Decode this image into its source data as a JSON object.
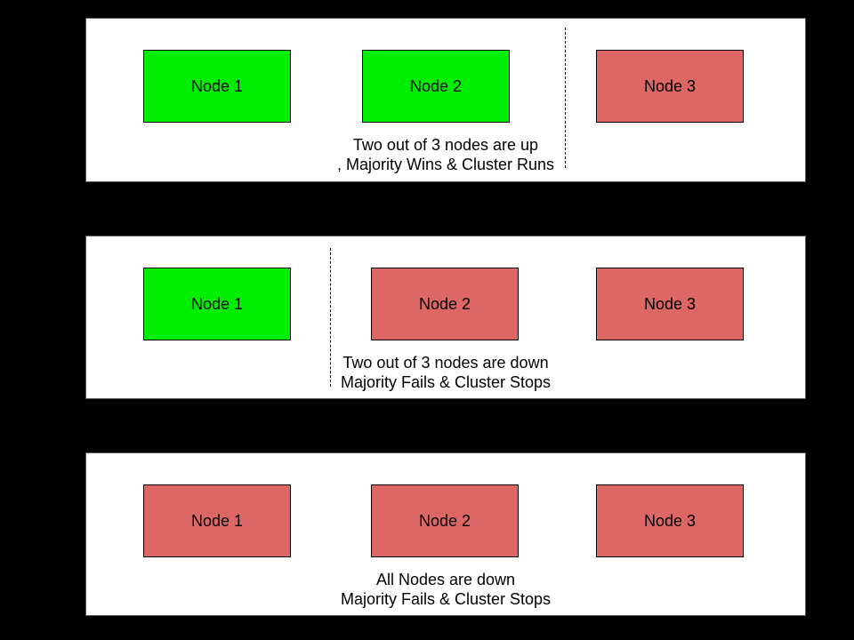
{
  "colors": {
    "background": "#000000",
    "panel_background": "#ffffff",
    "panel_border": "#595959",
    "node_up_fill": "#00ef00",
    "node_down_fill": "#dd6764",
    "node_border": "#000000",
    "text": "#000000"
  },
  "panels": [
    {
      "name": "two-nodes-up",
      "nodes": [
        {
          "label": "Node 1",
          "status": "up"
        },
        {
          "label": "Node 2",
          "status": "up"
        },
        {
          "label": "Node 3",
          "status": "down"
        }
      ],
      "caption_line1": "Two out of 3 nodes are up",
      "caption_line2": ", Majority Wins & Cluster Runs",
      "has_divider": true
    },
    {
      "name": "two-nodes-down",
      "nodes": [
        {
          "label": "Node 1",
          "status": "up"
        },
        {
          "label": "Node 2",
          "status": "down"
        },
        {
          "label": "Node 3",
          "status": "down"
        }
      ],
      "caption_line1": "Two out of 3 nodes are down",
      "caption_line2": "Majority Fails & Cluster Stops",
      "has_divider": true
    },
    {
      "name": "all-nodes-down",
      "nodes": [
        {
          "label": "Node 1",
          "status": "down"
        },
        {
          "label": "Node 2",
          "status": "down"
        },
        {
          "label": "Node 3",
          "status": "down"
        }
      ],
      "caption_line1": "All Nodes are down",
      "caption_line2": "Majority Fails & Cluster Stops",
      "has_divider": false
    }
  ]
}
